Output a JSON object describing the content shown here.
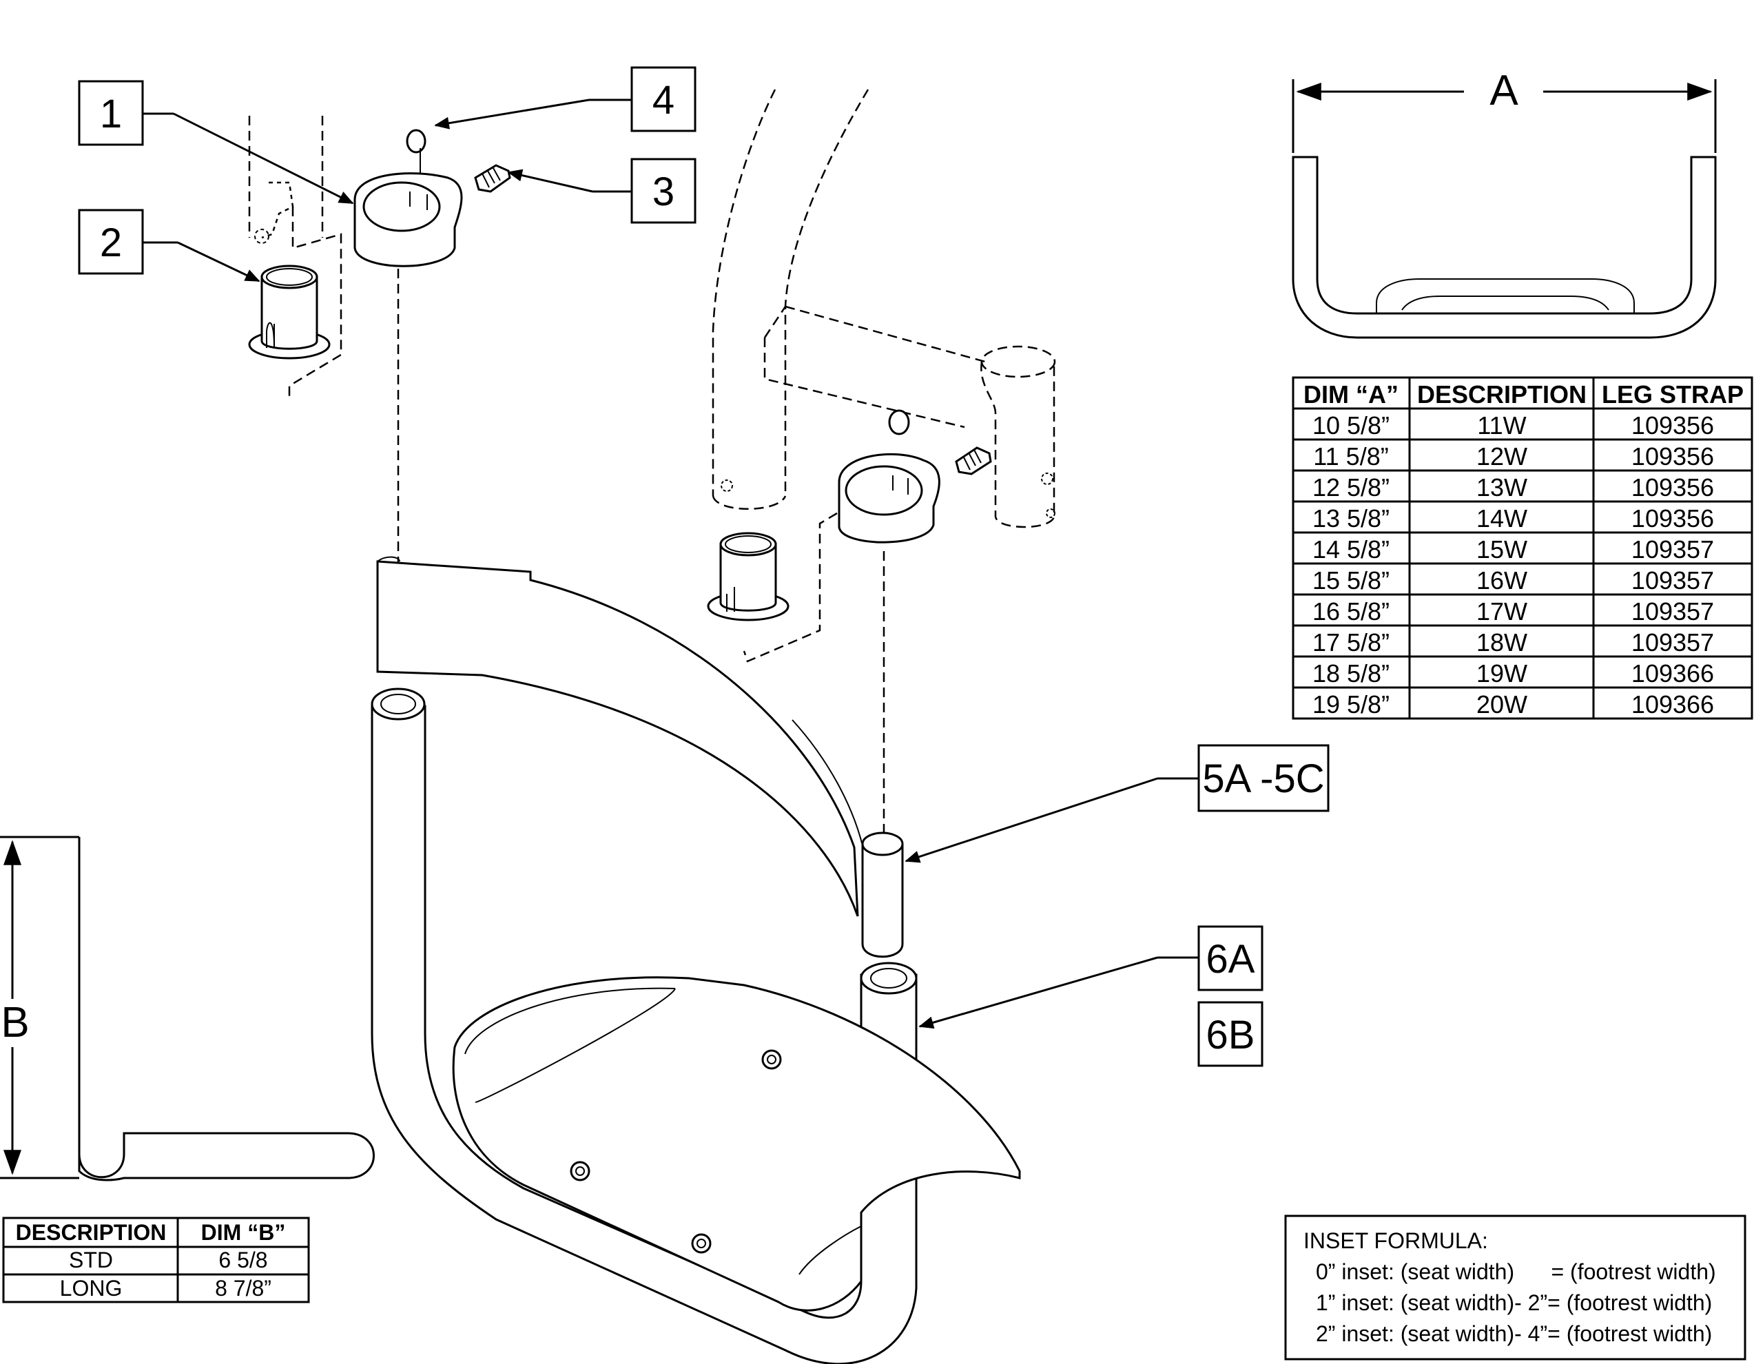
{
  "callouts": {
    "c1": "1",
    "c2": "2",
    "c3": "3",
    "c4": "4",
    "c5": "5A -5C",
    "c6a": "6A",
    "c6b": "6B"
  },
  "dimensions": {
    "a": "A",
    "b": "B"
  },
  "width_table": {
    "headers": [
      "DIM “A”",
      "DESCRIPTION",
      "LEG STRAP"
    ],
    "rows": [
      [
        "10 5/8”",
        "11W",
        "109356"
      ],
      [
        "11 5/8”",
        "12W",
        "109356"
      ],
      [
        "12 5/8”",
        "13W",
        "109356"
      ],
      [
        "13 5/8”",
        "14W",
        "109356"
      ],
      [
        "14 5/8”",
        "15W",
        "109357"
      ],
      [
        "15 5/8”",
        "16W",
        "109357"
      ],
      [
        "16 5/8”",
        "17W",
        "109357"
      ],
      [
        "17 5/8”",
        "18W",
        "109357"
      ],
      [
        "18 5/8”",
        "19W",
        "109366"
      ],
      [
        "19 5/8”",
        "20W",
        "109366"
      ]
    ]
  },
  "height_table": {
    "headers": [
      "DESCRIPTION",
      "DIM “B”"
    ],
    "rows": [
      [
        "STD",
        "6 5/8"
      ],
      [
        "LONG",
        "8 7/8”"
      ]
    ]
  },
  "inset_formula": {
    "title": "INSET FORMULA:",
    "lines": [
      "0” inset: (seat width)      = (footrest width)",
      "1” inset: (seat width)- 2”= (footrest width)",
      "2” inset: (seat width)- 4”= (footrest width)"
    ]
  }
}
